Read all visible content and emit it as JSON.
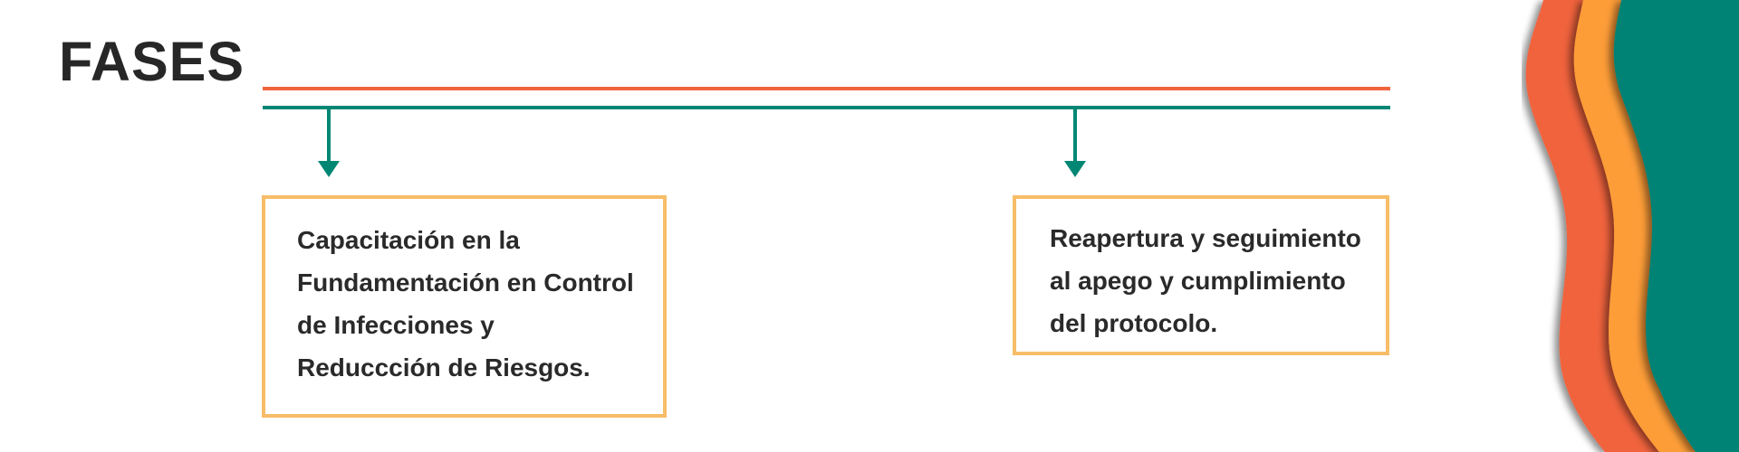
{
  "title": "FASES",
  "phases": [
    {
      "text": "Capacitación en la Fundamentación en Control de Infecciones y Reduccción de Riesgos."
    },
    {
      "text": "Reapertura y seguimiento al apego y cumplimiento del protocolo."
    }
  ],
  "colors": {
    "orange_line": "#f0643e",
    "teal_line": "#008774",
    "box_border": "#f7bd68",
    "deco_orange": "#f0643e",
    "deco_yellow": "#fd9d38",
    "deco_teal": "#008274"
  },
  "icons": [
    "arrow-down-icon"
  ]
}
